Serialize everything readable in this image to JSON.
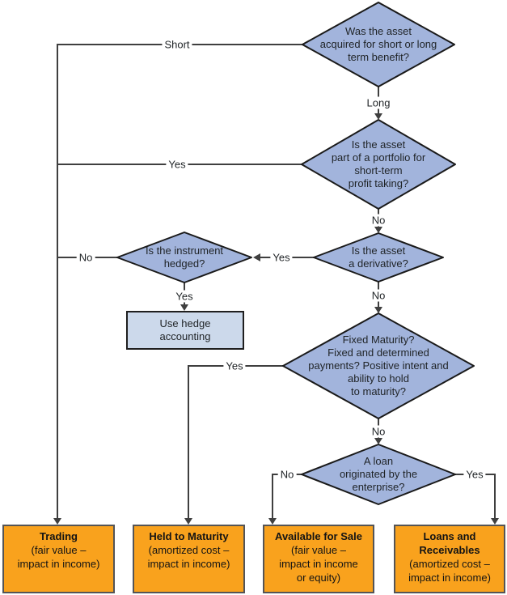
{
  "nodes": {
    "q_term": {
      "lines": [
        "Was the asset",
        "acquired for short or long",
        "term benefit?"
      ]
    },
    "q_portfolio": {
      "lines": [
        "Is the asset",
        "part of a portfolio for",
        "short-term",
        "profit taking?"
      ]
    },
    "q_derivative": {
      "lines": [
        "Is the asset",
        "a derivative?"
      ]
    },
    "q_hedged": {
      "lines": [
        "Is the instrument",
        "hedged?"
      ]
    },
    "q_maturity": {
      "lines": [
        "Fixed Maturity?",
        "Fixed and determined",
        "payments? Positive intent and",
        "ability to hold",
        "to maturity?"
      ]
    },
    "q_loan": {
      "lines": [
        "A loan",
        "originated by the",
        "enterprise?"
      ]
    },
    "hedge": {
      "lines": [
        "Use hedge",
        "accounting"
      ]
    }
  },
  "outcomes": [
    {
      "title_lines": [
        "Trading"
      ],
      "detail_lines": [
        "(fair value –",
        "impact in income)"
      ]
    },
    {
      "title_lines": [
        "Held to Maturity"
      ],
      "detail_lines": [
        "(amortized cost –",
        "impact in income)"
      ]
    },
    {
      "title_lines": [
        "Available for Sale"
      ],
      "detail_lines": [
        "(fair value –",
        "impact in income",
        "or equity)"
      ]
    },
    {
      "title_lines": [
        "Loans and",
        "Receivables"
      ],
      "detail_lines": [
        "(amortized cost –",
        "impact in income)"
      ]
    }
  ],
  "edge_labels": {
    "short": "Short",
    "long": "Long",
    "portfolio_yes": "Yes",
    "portfolio_no": "No",
    "derivative_yes": "Yes",
    "derivative_no": "No",
    "hedged_no": "No",
    "hedged_yes": "Yes",
    "maturity_yes": "Yes",
    "maturity_no": "No",
    "loan_no": "No",
    "loan_yes": "Yes"
  },
  "colors": {
    "diamond_fill": "#a2b4dc",
    "diamond_border": "#1a1a1a",
    "process_fill": "#ccd9eb",
    "process_border": "#1f1f1f",
    "outcome_fill": "#f9a21d",
    "outcome_border": "#545456",
    "line": "#3f3f3f",
    "text": "#1f2326"
  }
}
